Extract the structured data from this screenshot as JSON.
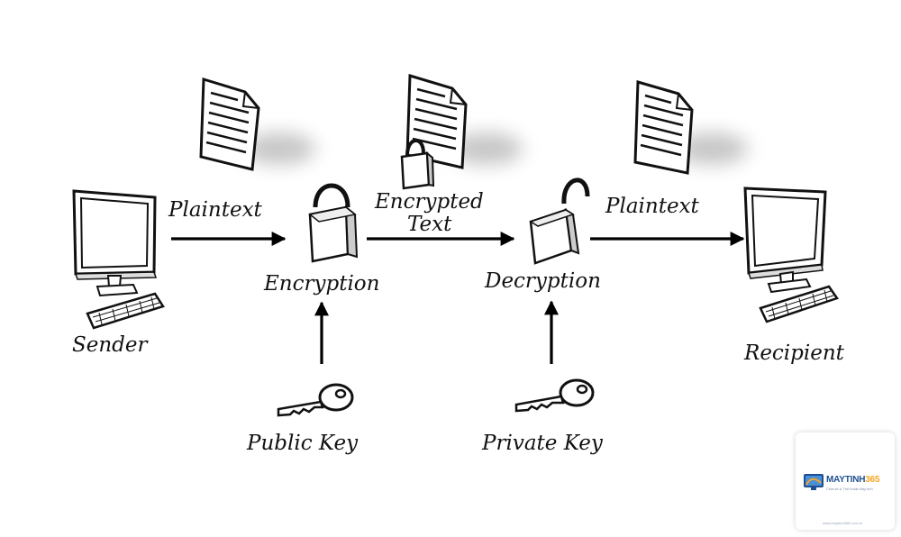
{
  "labels": {
    "sender": "Sender",
    "recipient": "Recipient",
    "plaintext_left": "Plaintext",
    "plaintext_right": "Plaintext",
    "encrypted_line1": "Encrypted",
    "encrypted_line2": "Text",
    "encryption": "Encryption",
    "decryption": "Decryption",
    "public_key": "Public Key",
    "private_key": "Private Key"
  },
  "watermark": {
    "brand_part1": "MAYTINH",
    "brand_part2": "365",
    "tagline": "Chia sẻ & Thủ thuật Máy tính",
    "url": "www.maytinh365.com.vn",
    "colors": {
      "blue": "#1d4f91",
      "orange": "#f5a623"
    }
  }
}
